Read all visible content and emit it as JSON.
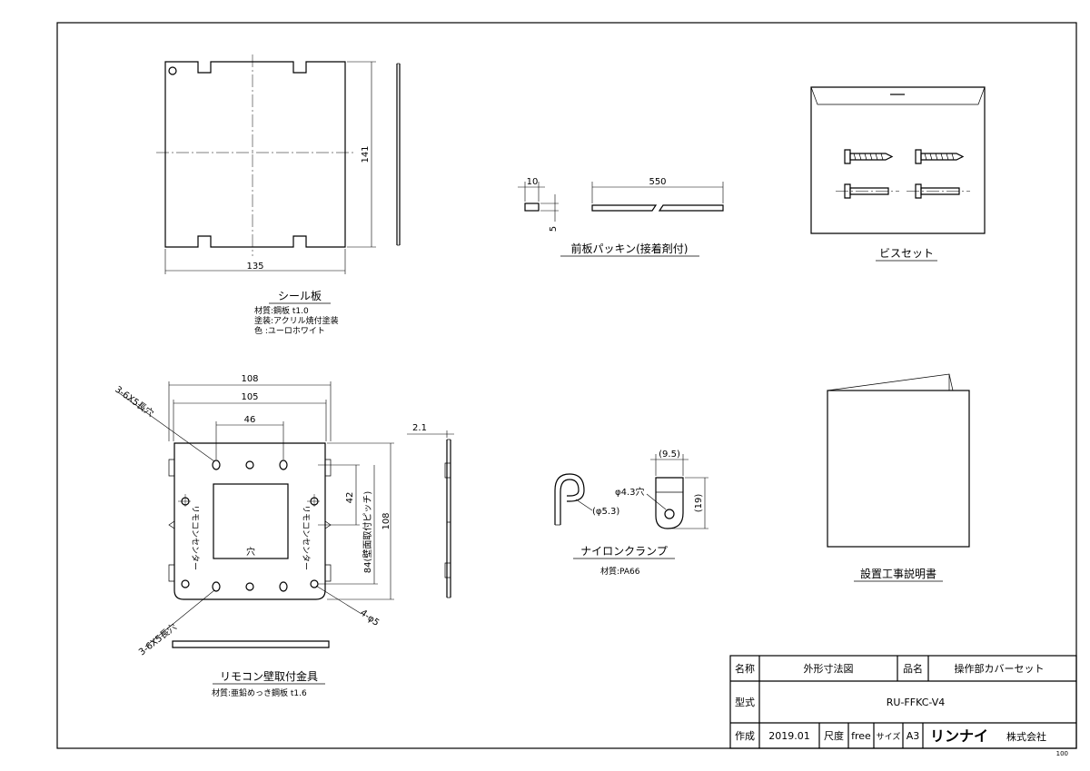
{
  "parts": {
    "seal_plate": {
      "title": "シール板",
      "material": "材質:鋼板 t1.0",
      "coating": "塗装:アクリル焼付塗装",
      "color": "色 :ユーロホワイト",
      "dim_width": "135",
      "dim_height": "141"
    },
    "front_packing": {
      "title": "前板パッキン(接着剤付)",
      "dim_w": "10",
      "dim_t": "5",
      "dim_len": "550"
    },
    "screw_set": {
      "title": "ビスセット"
    },
    "bracket": {
      "title": "リモコン壁取付金具",
      "material": "材質:亜鉛めっき鋼板 t1.6",
      "dim_108w": "108",
      "dim_105": "105",
      "dim_46": "46",
      "dim_42": "42",
      "dim_84": "84(壁面取付ピッチ)",
      "dim_108h": "108",
      "dim_21": "2.1",
      "slot_top": "3-6X5長穴",
      "slot_bottom": "3-6X5長穴",
      "holes": "4-φ5",
      "hole_label": "穴",
      "remocon_left": "リモコンセンター",
      "remocon_right": "リモコンセンター"
    },
    "nylon_clamp": {
      "title": "ナイロンクランプ",
      "material": "材質:PA66",
      "dim_95": "(9.5)",
      "dim_43": "φ4.3穴",
      "dim_53": "(φ5.3)",
      "dim_19": "(19)"
    },
    "manual": {
      "title": "設置工事説明書"
    }
  },
  "title_block": {
    "name_label": "名称",
    "name_value": "外形寸法図",
    "product_label": "品名",
    "product_value": "操作部カバーセット",
    "model_label": "型式",
    "model_value": "RU-FFKC-V4",
    "made_label": "作成",
    "made_value": "2019.01",
    "scale_label": "尺度",
    "scale_value": "free",
    "size_label": "サイズ",
    "size_value": "A3",
    "maker": "リンナイ",
    "company": "株式会社"
  },
  "corner_number": "100"
}
